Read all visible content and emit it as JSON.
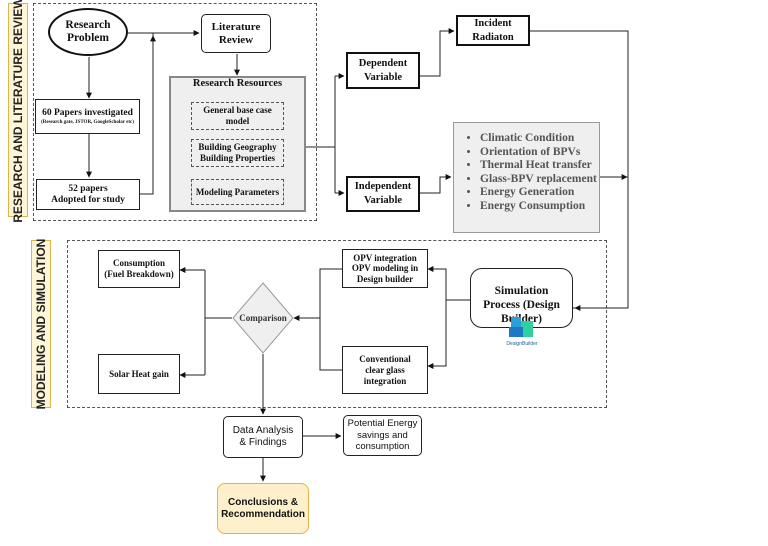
{
  "side_labels": {
    "research": "RESEARCH AND LITERATURE REVIEW",
    "modeling": "MODELING AND SIMULATION"
  },
  "nodes": {
    "research_problem": "Research Problem",
    "literature_review": "Literature Review",
    "papers_investigated": "60 Papers investigated",
    "papers_investigated_sources": "(Research gate, JSTOR, GoogleScholar etc)",
    "papers_adopted": "52 papers Adopted for study",
    "research_resources_title": "Research Resources",
    "resource_items": [
      "General base case model",
      "Building Geography Building Properties",
      "Modeling Parameters"
    ],
    "dependent_variable": "Dependent Variable",
    "incident_radiation": "Incident Radiaton",
    "independent_variable": "Independent Variable",
    "independent_list": [
      "Climatic Condition",
      "Orientation of BPVs",
      "Thermal Heat transfer",
      "Glass-BPV replacement",
      "Energy Generation",
      "Energy Consumption"
    ],
    "simulation_process": "Simulation Process (Design Builder)",
    "designbuilder_logo_text": "DesignBuilder",
    "opv_integration": "OPV integration OPV modeling in Design builder",
    "conventional_glass": "Conventional clear glass integration",
    "comparison": "Comparison",
    "consumption": "Consumption (Fuel Breakdown)",
    "solar_heat_gain": "Solar Heat gain",
    "data_analysis": "Data Analysis & Findings",
    "potential_energy": "Potential Energy savings and consumption",
    "conclusions": "Conclusions & Recommendation"
  }
}
